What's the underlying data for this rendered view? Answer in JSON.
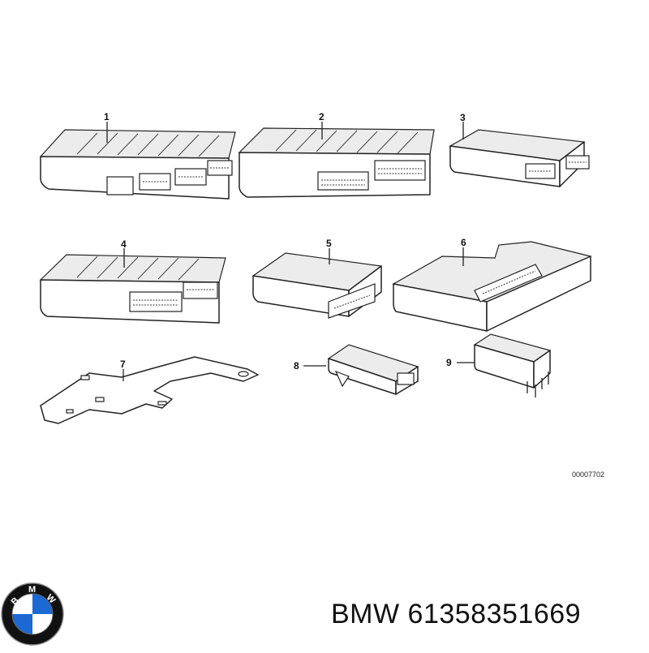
{
  "parts": [
    {
      "label": "1"
    },
    {
      "label": "2"
    },
    {
      "label": "3"
    },
    {
      "label": "4"
    },
    {
      "label": "5"
    },
    {
      "label": "6"
    },
    {
      "label": "7"
    },
    {
      "label": "8"
    },
    {
      "label": "9"
    }
  ],
  "diagram_ref": "00007702",
  "logo": {
    "letters": [
      "B",
      "M",
      "W"
    ],
    "colors": {
      "blue": "#1c69d4",
      "ring": "#111111",
      "white": "#ffffff"
    }
  },
  "caption": {
    "brand": "BMW",
    "part_number": "61358351669"
  }
}
